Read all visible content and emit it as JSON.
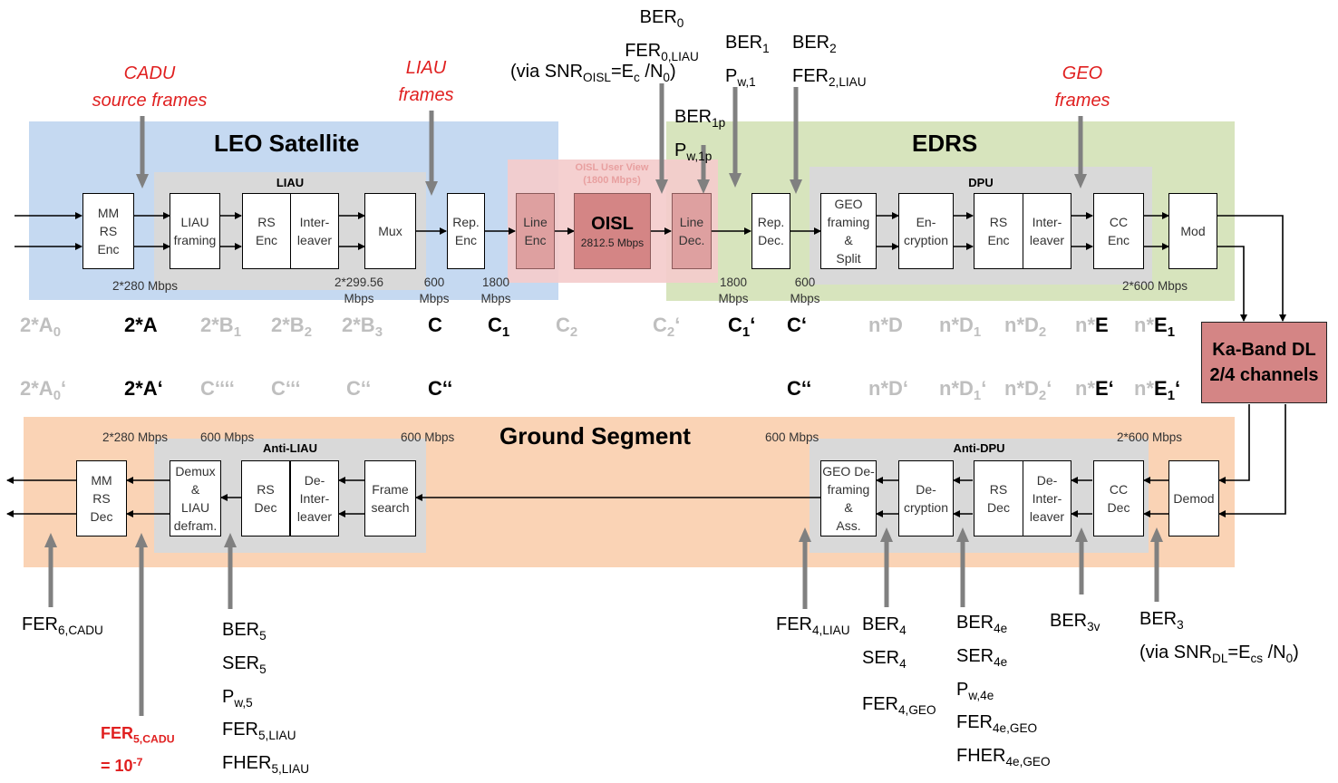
{
  "regions": {
    "leo": "LEO Satellite",
    "edrs": "EDRS",
    "ground": "Ground Segment",
    "oisl_view_1": "OISL User View",
    "oisl_view_2": "(1800 Mbps)"
  },
  "groups": {
    "liau": "LIAU",
    "dpu": "DPU",
    "anti_liau": "Anti-LIAU",
    "anti_dpu": "Anti-DPU"
  },
  "blocks": {
    "mm_rs_enc": "MM\nRS\nEnc",
    "liau_framing": "LIAU\nframing",
    "rs_enc": "RS\nEnc",
    "interleaver": "Inter-\nleaver",
    "mux": "Mux",
    "rep_enc": "Rep.\nEnc",
    "line_enc": "Line\nEnc",
    "oisl": "OISL",
    "oisl_rate": "2812.5 Mbps",
    "line_dec": "Line\nDec.",
    "rep_dec": "Rep.\nDec.",
    "geo_framing": "GEO\nframing\n&\nSplit",
    "encryption": "En-\ncryption",
    "dpu_rs_enc": "RS\nEnc",
    "dpu_interleaver": "Inter-\nleaver",
    "cc_enc": "CC\nEnc",
    "mod": "Mod",
    "ka_band": "Ka-Band DL\n2/4 channels",
    "mm_rs_dec": "MM\nRS\nDec",
    "demux": "Demux\n&\nLIAU\ndefram.",
    "rs_dec": "RS\nDec",
    "de_interleaver": "De-\nInter-\nleaver",
    "frame_search": "Frame\nsearch",
    "geo_deframing": "GEO De-\nframing\n&\nAss.",
    "decryption": "De-\ncryption",
    "dpu_rs_dec": "RS\nDec",
    "dpu_de_interleaver": "De-\nInter-\nleaver",
    "cc_dec": "CC\nDec",
    "demod": "Demod"
  },
  "rates": {
    "r1": "2*280 Mbps",
    "r2": "2*299.56\nMbps",
    "r3": "600\nMbps",
    "r4": "1800\nMbps",
    "r5": "1800\nMbps",
    "r6": "600\nMbps",
    "r7": "2*600 Mbps",
    "g1": "2*280 Mbps",
    "g2": "600 Mbps",
    "g3": "600 Mbps",
    "g4": "600 Mbps",
    "g5": "2*600 Mbps"
  },
  "red_labels": {
    "cadu_1": "CADU",
    "cadu_2": "source frames",
    "liau_1": "LIAU",
    "liau_2": "frames",
    "geo_1": "GEO",
    "geo_2": "frames"
  },
  "points_top": {
    "a0": "2*A",
    "a0_sub": "0",
    "a": "2*A",
    "b1": "2*B",
    "b1_sub": "1",
    "b2": "2*B",
    "b2_sub": "2",
    "b3": "2*B",
    "b3_sub": "3",
    "c": "C",
    "c1": "C",
    "c1_sub": "1",
    "c2": "C",
    "c2_sub": "2",
    "c2p": "C",
    "c2p_sub": "2",
    "c2p_mark": "‘",
    "c1p": "C",
    "c1p_sub": "1",
    "c1p_mark": "‘",
    "cp": "C‘",
    "d": "n*D",
    "d1": "n*D",
    "d1_sub": "1",
    "d2": "n*D",
    "d2_sub": "2",
    "e_pre": "n*",
    "e": "E",
    "e1_pre": "n*",
    "e1": "E",
    "e1_sub": "1"
  },
  "points_bottom": {
    "a0p": "2*A",
    "a0p_sub": "0",
    "a0p_mark": "‘",
    "ap": "2*A‘",
    "c4": "C‘‘‘‘",
    "c3": "C‘‘‘",
    "c2": "C‘‘",
    "cpp": "C‘‘",
    "cpp_r": "C‘‘",
    "dp": "n*D‘",
    "d1p": "n*D",
    "d1p_sub": "1",
    "d1p_mark": "‘",
    "d2p": "n*D",
    "d2p_sub": "2",
    "d2p_mark": "‘",
    "ep_pre": "n*",
    "ep": "E‘",
    "e1p_pre": "n*",
    "e1p": "E",
    "e1p_sub": "1",
    "e1p_mark": "‘"
  },
  "measures_top": {
    "ber0": "BER",
    "ber0_sub": "0",
    "fer0": "FER",
    "fer0_sub": "0,LIAU",
    "via_pre": "(via SNR",
    "via_sub": "OISL",
    "via_mid": "=E",
    "via_sub2": "c",
    "via_mid2": " /N",
    "via_sub3": "0",
    "via_end": ")",
    "ber1": "BER",
    "ber1_sub": "1",
    "pw1": "P",
    "pw1_sub": "w,1",
    "ber2": "BER",
    "ber2_sub": "2",
    "fer2": "FER",
    "fer2_sub": "2,LIAU",
    "ber1p": "BER",
    "ber1p_sub": "1p",
    "pw1p": "P",
    "pw1p_sub": "w,1p"
  },
  "measures_bottom": {
    "fer6": "FER",
    "fer6_sub": "6,CADU",
    "fer5c": "FER",
    "fer5c_sub": "5,CADU",
    "fer5c_eq": "= 10",
    "fer5c_sup": "-7",
    "ber5": "BER",
    "ber5_sub": "5",
    "ser5": "SER",
    "ser5_sub": "5",
    "pw5": "P",
    "pw5_sub": "w,5",
    "fer5": "FER",
    "fer5_sub": "5,LIAU",
    "fher5": "FHER",
    "fher5_sub": "5,LIAU",
    "fer4": "FER",
    "fer4_sub": "4,LIAU",
    "ber4": "BER",
    "ber4_sub": "4",
    "ser4": "SER",
    "ser4_sub": "4",
    "fer4geo": "FER",
    "fer4geo_sub": "4,GEO",
    "ber4e": "BER",
    "ber4e_sub": "4e",
    "ser4e": "SER",
    "ser4e_sub": "4e",
    "pw4e": "P",
    "pw4e_sub": "w,4e",
    "fer4e": "FER",
    "fer4e_sub": "4e,GEO",
    "fher4e": "FHER",
    "fher4e_sub": "4e,GEO",
    "ber3v": "BER",
    "ber3v_sub": "3v",
    "ber3": "BER",
    "ber3_sub": "3",
    "via3_pre": "(via SNR",
    "via3_sub": "DL",
    "via3_mid": "=E",
    "via3_sub2": "cs",
    "via3_mid2": " /N",
    "via3_sub3": "0",
    "via3_end": ")"
  },
  "colors": {
    "leo": "#c5d9f1",
    "edrs": "#d7e4bd",
    "ground": "#fad3b5",
    "oisl_view": "#f4cccc",
    "group": "#d9d9d9",
    "ka": "#d48585",
    "red": "#e02020",
    "arrow": "#808080"
  }
}
